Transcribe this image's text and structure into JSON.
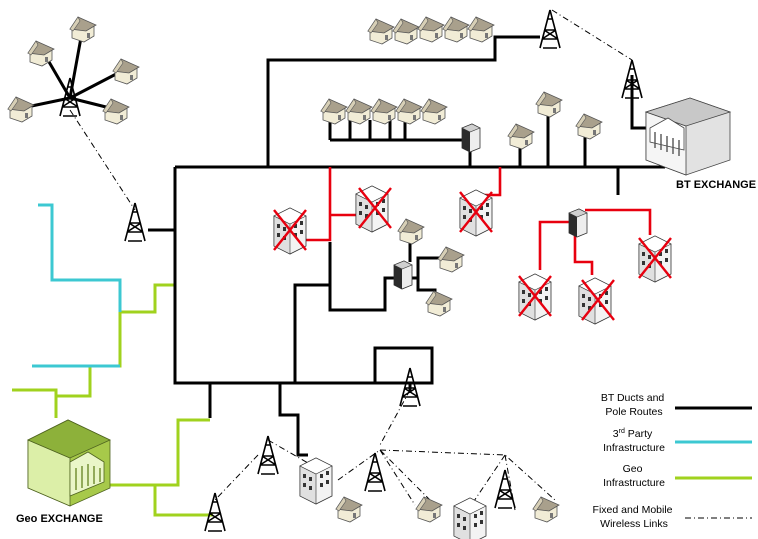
{
  "labels": {
    "bt_exchange": "BT EXCHANGE",
    "geo_exchange": "Geo EXCHANGE"
  },
  "legend": {
    "items": [
      {
        "line1": "BT Ducts and",
        "line2": "Pole Routes",
        "color": "#000000",
        "style": "solid"
      },
      {
        "line1_pre": "3",
        "line1_sup": "rd",
        "line1_post": " Party",
        "line2": "Infrastructure",
        "color": "#3cc8d2",
        "style": "solid"
      },
      {
        "line1": "Geo",
        "line2": "Infrastructure",
        "color": "#a0d21e",
        "style": "solid"
      },
      {
        "line1": "Fixed and Mobile",
        "line2": "Wireless Links",
        "color": "#000000",
        "style": "dash-dot"
      }
    ]
  },
  "colors": {
    "bt_ducts": "#000000",
    "third_party": "#3cc8d2",
    "geo": "#a0d21e",
    "disconnected": "#e8000f",
    "cross": "#e8000f"
  },
  "icons": [
    "house-icon",
    "tower-icon",
    "cabinet-icon",
    "building-icon",
    "exchange-icon"
  ]
}
